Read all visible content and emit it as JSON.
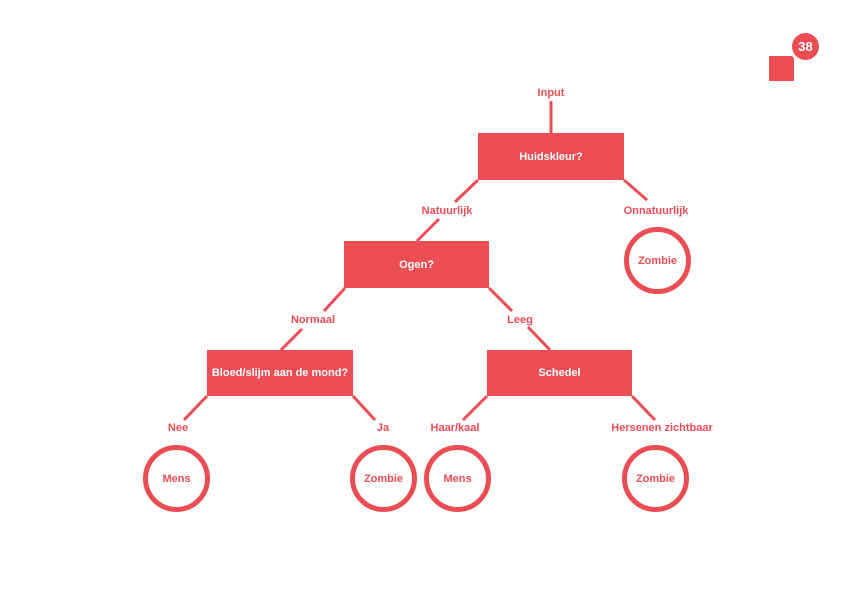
{
  "theme": {
    "accent": "#eb4d55",
    "background": "#ffffff"
  },
  "page_number": "38",
  "tree": {
    "input_label": "Input",
    "root": {
      "question": "Huidskleur?",
      "branches": {
        "natural": "Natuurlijk",
        "unnatural": "Onnatuurlijk"
      },
      "unnatural_result": "Zombie"
    },
    "eyes": {
      "question": "Ogen?",
      "branches": {
        "normal": "Normaal",
        "empty": "Leeg"
      }
    },
    "mouth": {
      "question": "Bloed/slijm aan de mond?",
      "branches": {
        "no": "Nee",
        "yes": "Ja"
      },
      "no_result": "Mens",
      "yes_result": "Zombie"
    },
    "skull": {
      "question": "Schedel",
      "branches": {
        "hair": "Haar/kaal",
        "brain": "Hersenen zichtbaar"
      },
      "hair_result": "Mens",
      "brain_result": "Zombie"
    }
  }
}
